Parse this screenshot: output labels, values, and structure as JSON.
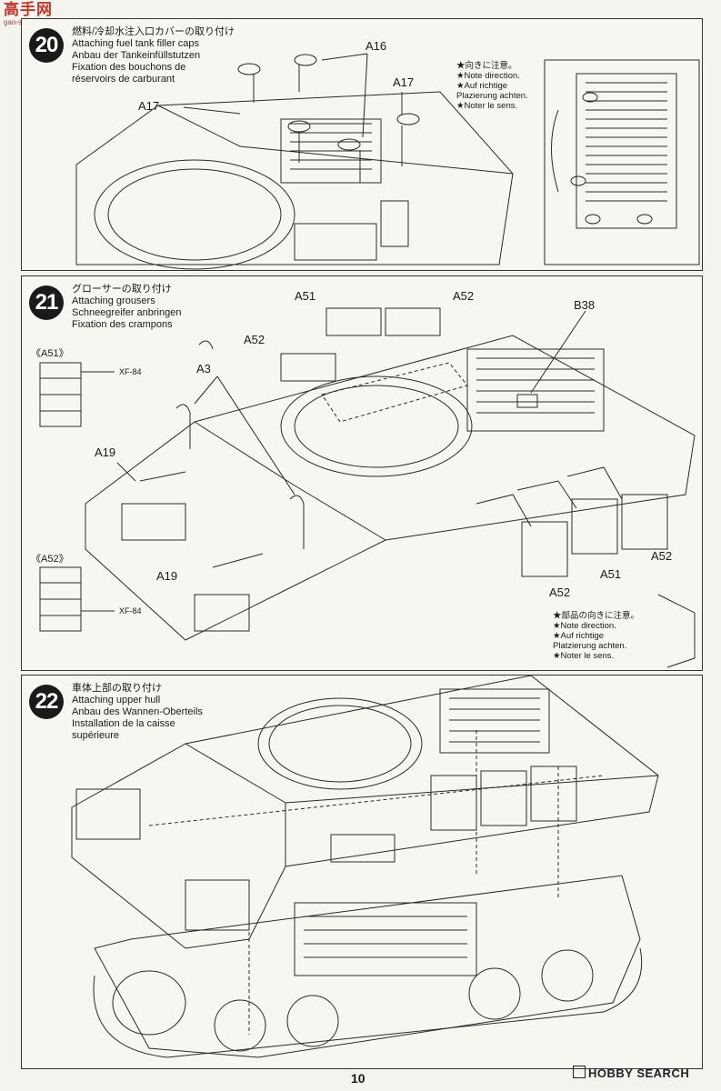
{
  "watermark": {
    "logo_glyphs": "高手网",
    "url": "gao-shou.com"
  },
  "steps": [
    {
      "number": "20",
      "title_jp": "燃料/冷却水注入口カバーの取り付け",
      "title_en": "Attaching fuel tank filler caps",
      "title_de": "Anbau der Tankeinfüllstutzen",
      "title_fr": "Fixation des bouchons de réservoirs de carburant",
      "labels": [
        "A16",
        "A17",
        "A17"
      ],
      "note": [
        "★向きに注意。",
        "★Note direction.",
        "★Auf richtige",
        "Plazierung achten.",
        "★Noter le sens."
      ]
    },
    {
      "number": "21",
      "title_jp": "グローサーの取り付け",
      "title_en": "Attaching grousers",
      "title_de": "Schneegreifer anbringen",
      "title_fr": "Fixation des crampons",
      "labels": [
        "A51",
        "A52",
        "B38",
        "A3",
        "A52",
        "A19",
        "A19",
        "A52",
        "A51",
        "A52"
      ],
      "paint_refs": [
        {
          "part": "《A51》",
          "code": "XF-84"
        },
        {
          "part": "《A52》",
          "code": "XF-84"
        }
      ],
      "note": [
        "★部品の向きに注意。",
        "★Note direction.",
        "★Auf richtige",
        "Platzierung achten.",
        "★Noter le sens."
      ]
    },
    {
      "number": "22",
      "title_jp": "車体上部の取り付け",
      "title_en": "Attaching upper hull",
      "title_de": "Anbau des Wannen-Oberteils",
      "title_fr": "Installation de la caisse supérieure"
    }
  ],
  "page_number": "10",
  "brand": "HOBBY SEARCH"
}
